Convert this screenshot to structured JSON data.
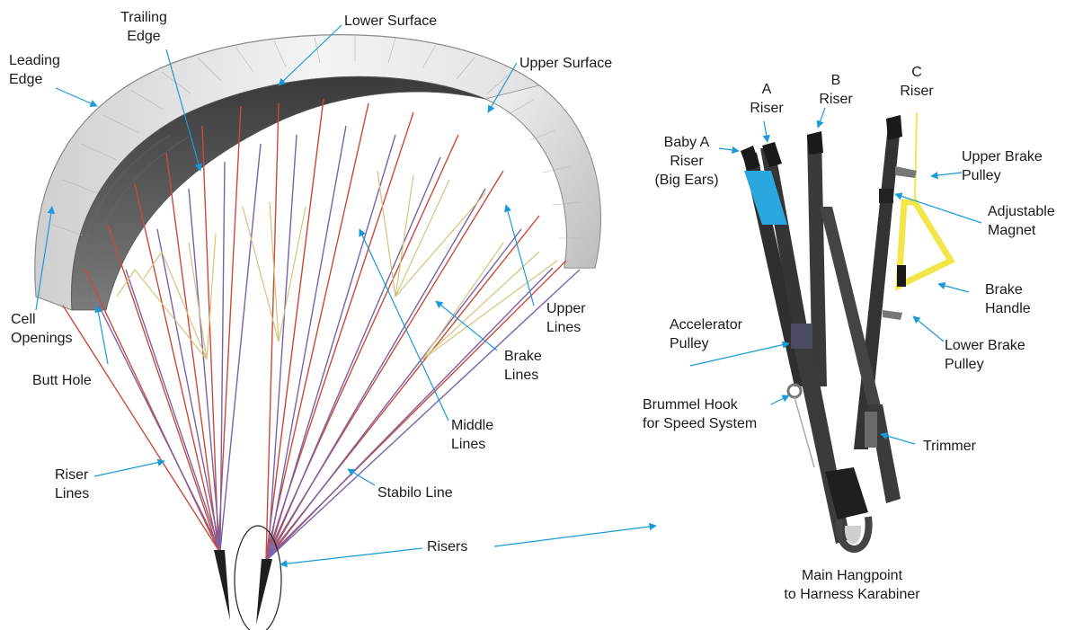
{
  "labels": {
    "trailing_edge": [
      "Trailing",
      "Edge"
    ],
    "lower_surface": [
      "Lower Surface"
    ],
    "leading_edge": [
      "Leading",
      "Edge"
    ],
    "upper_surface": [
      "Upper Surface"
    ],
    "cell_openings": [
      "Cell",
      "Openings"
    ],
    "butt_hole": [
      "Butt Hole"
    ],
    "upper_lines": [
      "Upper",
      "Lines"
    ],
    "brake_lines": [
      "Brake",
      "Lines"
    ],
    "middle_lines": [
      "Middle",
      "Lines"
    ],
    "riser_lines": [
      "Riser",
      "Lines"
    ],
    "stabilo_line": [
      "Stabilo Line"
    ],
    "risers": [
      "Risers"
    ],
    "a_riser": [
      "A",
      "Riser"
    ],
    "b_riser": [
      "B",
      "Riser"
    ],
    "c_riser": [
      "C",
      "Riser"
    ],
    "baby_a_riser": [
      "Baby A",
      "Riser",
      "(Big Ears)"
    ],
    "upper_brake_pulley": [
      "Upper Brake",
      "Pulley"
    ],
    "adjustable_magnet": [
      "Adjustable",
      "Magnet"
    ],
    "brake_handle": [
      "Brake",
      "Handle"
    ],
    "accelerator_pulley": [
      "Accelerator",
      "Pulley"
    ],
    "lower_brake_pulley": [
      "Lower Brake",
      "Pulley"
    ],
    "brummel_hook": [
      "Brummel Hook",
      "for Speed System"
    ],
    "trimmer": [
      "Trimmer"
    ],
    "main_hangpoint": [
      "Main Hangpoint",
      "to Harness Karabiner"
    ]
  },
  "colors": {
    "pointer": "#1a9ad6",
    "line_red": "#c94a3a",
    "line_purple": "#7a62a8",
    "line_yellow": "#d4c47a",
    "canopy_light": "#e8e8e8",
    "canopy_dark": "#4a4a4a",
    "riser_strap": "#3b3b3b",
    "baby_a_blue": "#2aa7de",
    "brake_yellow": "#f1e64a"
  }
}
